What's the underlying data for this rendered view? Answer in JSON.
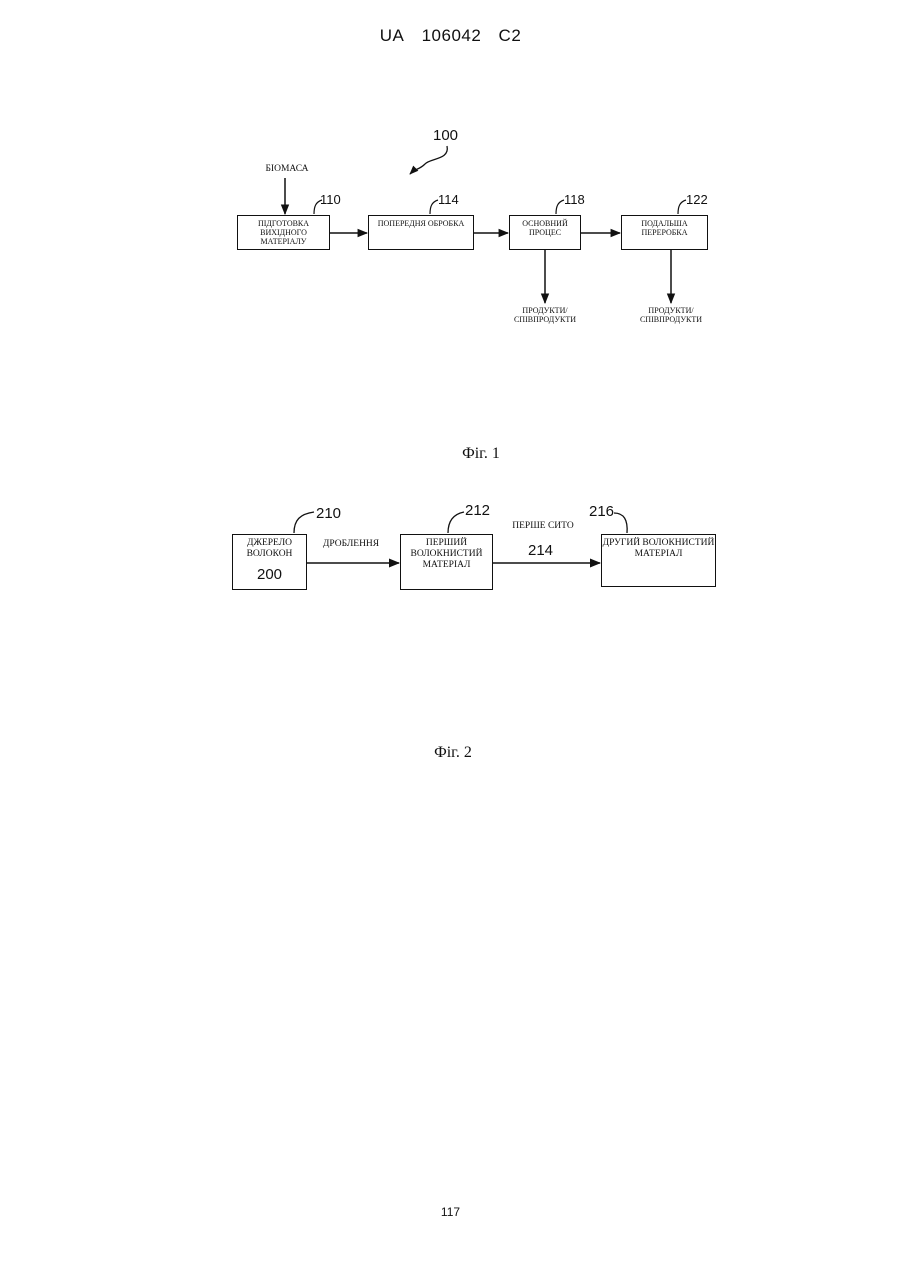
{
  "header": {
    "office": "UA",
    "number": "106042",
    "kind": "C2"
  },
  "fig1": {
    "ref": "100",
    "input_label": "БІОМАСА",
    "boxes": [
      {
        "ref": "110",
        "lines": [
          "ПІДГОТОВКА",
          "ВИХІДНОГО",
          "МАТЕРІАЛУ"
        ]
      },
      {
        "ref": "114",
        "lines": [
          "ПОПЕРЕДНЯ ОБРОБКА"
        ]
      },
      {
        "ref": "118",
        "lines": [
          "ОСНОВНИЙ",
          "ПРОЦЕС"
        ]
      },
      {
        "ref": "122",
        "lines": [
          "ПОДАЛЬША",
          "ПЕРЕРОБКА"
        ]
      }
    ],
    "outputs": [
      {
        "lines": [
          "ПРОДУКТИ/",
          "СПІВПРОДУКТИ"
        ]
      },
      {
        "lines": [
          "ПРОДУКТИ/",
          "СПІВПРОДУКТИ"
        ]
      }
    ],
    "caption": "Фіг. 1"
  },
  "fig2": {
    "boxes": [
      {
        "ref": "210",
        "lines": [
          "ДЖЕРЕЛО",
          "ВОЛОКОН"
        ],
        "inner_num": "200"
      },
      {
        "ref": "212",
        "lines": [
          "ПЕРШИЙ",
          "ВОЛОКНИСТИЙ",
          "МАТЕРІАЛ"
        ]
      },
      {
        "ref": "216",
        "lines": [
          "ДРУГИЙ ВОЛОКНИСТИЙ",
          "МАТЕРІАЛ"
        ]
      }
    ],
    "arrow1_label": "ДРОБЛЕННЯ",
    "arrow2_label": "ПЕРШЕ СИТО",
    "arrow2_ref": "214",
    "caption": "Фіг. 2"
  },
  "page_number": "117"
}
